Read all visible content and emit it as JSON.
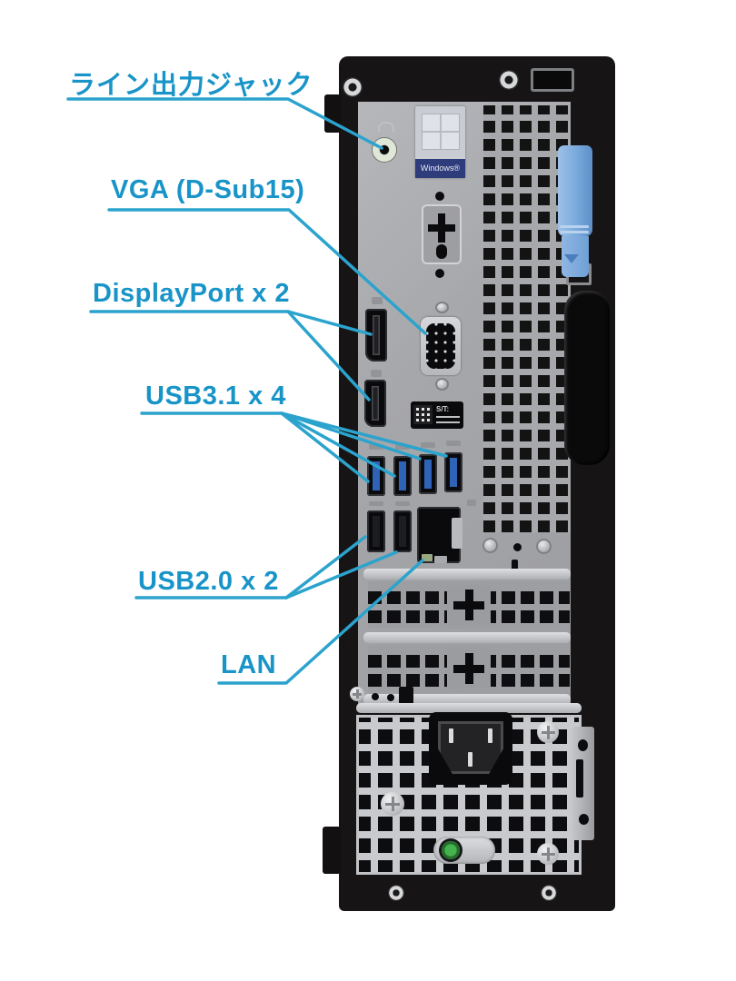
{
  "annotations": {
    "line_out_label": "ライン出力ジャック",
    "vga_label": "VGA (D-Sub15)",
    "displayport_label": "DisplayPort x 2",
    "usb31_label": "USB3.1 x 4",
    "usb20_label": "USB2.0 x 2",
    "lan_label": "LAN"
  },
  "device": {
    "windows_sticker_text": "Windows®",
    "service_tag_text": "S/T:"
  },
  "colors": {
    "annotation_text": "#1894c8",
    "annotation_line": "#2ba3cd",
    "case_black": "#171415",
    "panel_grey": "#a6a7ab",
    "latch_blue": "#79a9dc",
    "usb3_blue": "#2e63b8",
    "power_led_green": "#2f8f3c",
    "windows_navy": "#2e3c7c"
  }
}
